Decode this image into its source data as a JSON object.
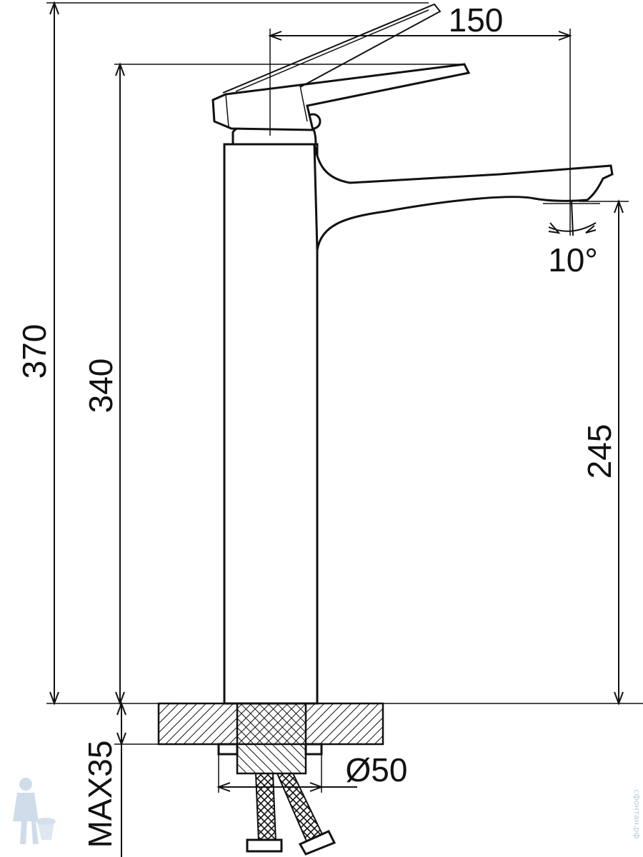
{
  "dimensions": {
    "total_height": "370",
    "lever_height": "340",
    "spout_height": "245",
    "spout_reach": "150",
    "max_thickness": "MAX35",
    "diameter": "Ø50",
    "spout_angle": "10°"
  },
  "watermark": {
    "text": "сфонтан.рф",
    "icon": "plumber-mascot-icon"
  },
  "colors": {
    "line": "#111111",
    "background": "#ffffff",
    "watermark": "#b9c8d8"
  }
}
